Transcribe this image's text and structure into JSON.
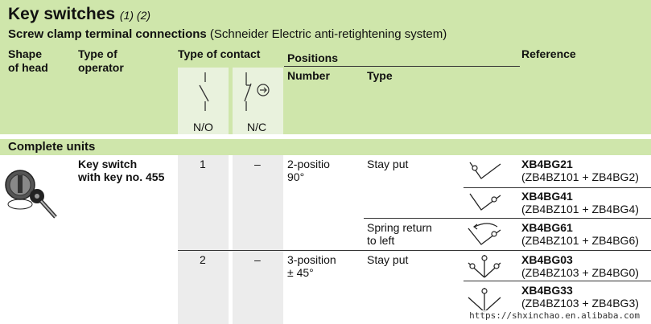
{
  "header": {
    "title": "Key switches",
    "title_note": "(1) (2)",
    "subtitle_bold": "Screw clamp terminal connections",
    "subtitle_rest": "(Schneider Electric anti-retightening system)"
  },
  "columns": {
    "shape_of_head": "Shape\nof head",
    "type_of_operator": "Type of\noperator",
    "type_of_contact": "Type of contact",
    "contact_no": "N/O",
    "contact_nc": "N/C",
    "positions": "Positions",
    "number": "Number",
    "type": "Type",
    "reference": "Reference"
  },
  "section": {
    "label": "Complete units",
    "operator": "Key switch\nwith key no. 455"
  },
  "groups": [
    {
      "no": "1",
      "nc": "–",
      "positions": "2-positio\n90°"
    },
    {
      "no": "2",
      "nc": "–",
      "positions": "3-position\n± 45°"
    }
  ],
  "rows": [
    {
      "type": "Stay put",
      "ref": "XB4BG21",
      "sub": "(ZB4BZ101 + ZB4BG2)",
      "diagram": "diagram-21-icon"
    },
    {
      "type": "",
      "ref": "XB4BG41",
      "sub": "(ZB4BZ101 + ZB4BG4)",
      "diagram": "diagram-41-icon"
    },
    {
      "type": "Spring return\nto left",
      "ref": "XB4BG61",
      "sub": "(ZB4BZ101 + ZB4BG6)",
      "diagram": "diagram-61-icon"
    },
    {
      "type": "Stay put",
      "ref": "XB4BG03",
      "sub": "(ZB4BZ103 + ZB4BG0)",
      "diagram": "diagram-03-icon"
    },
    {
      "type": "",
      "ref": "XB4BG33",
      "sub": "(ZB4BZ103 + ZB4BG3)",
      "diagram": "diagram-33-icon"
    }
  ],
  "watermark": "https://shxinchao.en.alibaba.com",
  "colors": {
    "band": "#cfe6ab",
    "grey": "#ececec"
  }
}
